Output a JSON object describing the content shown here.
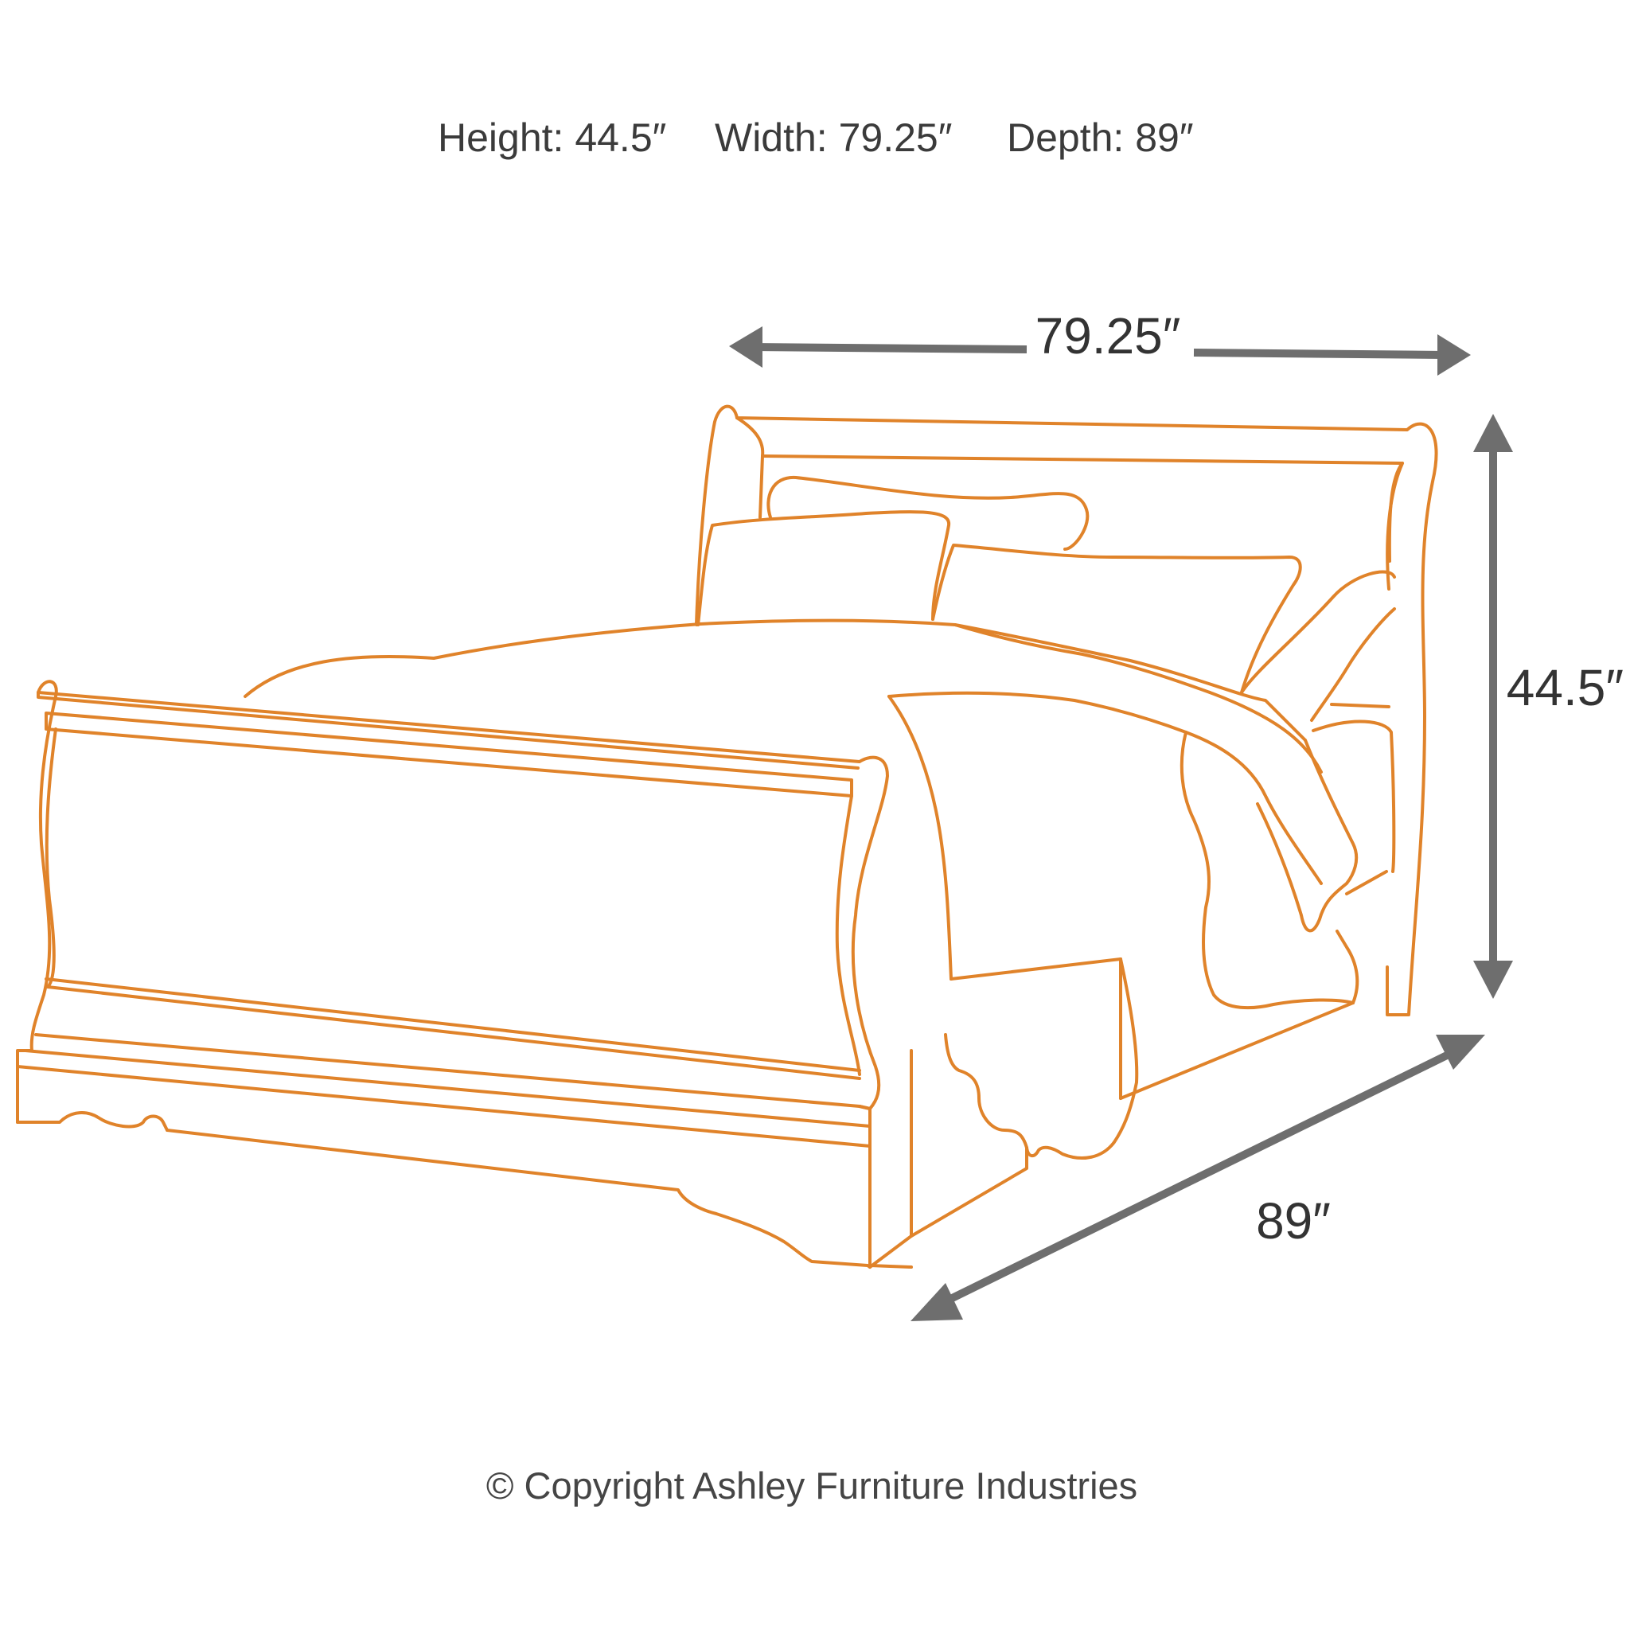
{
  "header": {
    "height_label": "Height: 44.5″",
    "width_label": "Width: 79.25″",
    "depth_label": "Depth: 89″"
  },
  "dimensions": {
    "width": "79.25″",
    "height": "44.5″",
    "depth": "89″"
  },
  "footer": {
    "copyright": "© Copyright Ashley Furniture Industries"
  },
  "colors": {
    "outline": "#e0832a",
    "arrow": "#6e6e6e",
    "text": "#3b3b3b",
    "background": "#ffffff"
  },
  "illustration": {
    "subject": "sleigh-bed-line-drawing"
  }
}
